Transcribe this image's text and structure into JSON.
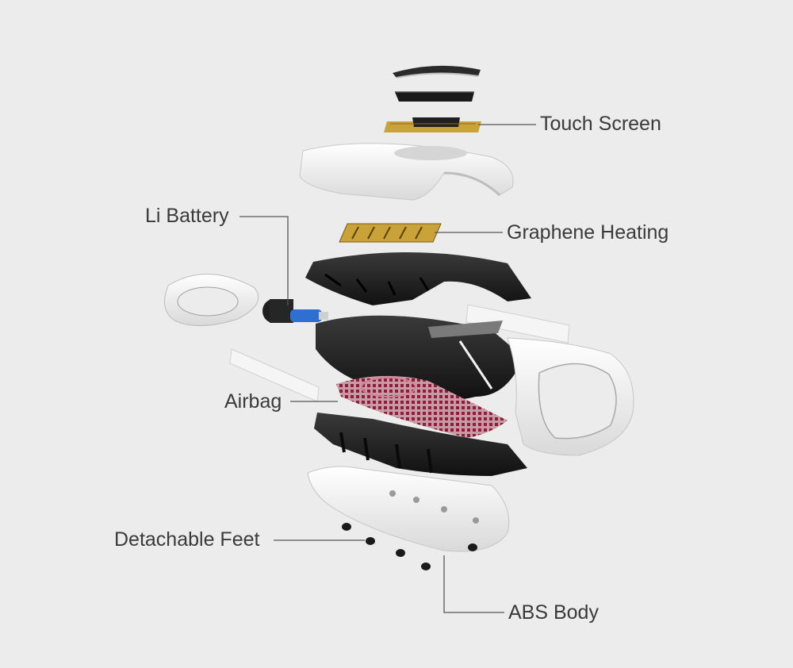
{
  "diagram": {
    "labels": {
      "touch_screen": "Touch Screen",
      "li_battery": "Li Battery",
      "graphene_heating": "Graphene Heating",
      "airbag": "Airbag",
      "detachable_feet": "Detachable Feet",
      "abs_body": "ABS Body"
    },
    "colors": {
      "background": "#ececec",
      "shell_white": "#f4f4f4",
      "frame_black": "#1c1c1c",
      "leader_line": "#555555",
      "pcb_gold": "#c9a23a",
      "airbag_red": "#a02040",
      "battery_blue": "#2f6fd0",
      "label_text": "#3a3a3a"
    }
  }
}
